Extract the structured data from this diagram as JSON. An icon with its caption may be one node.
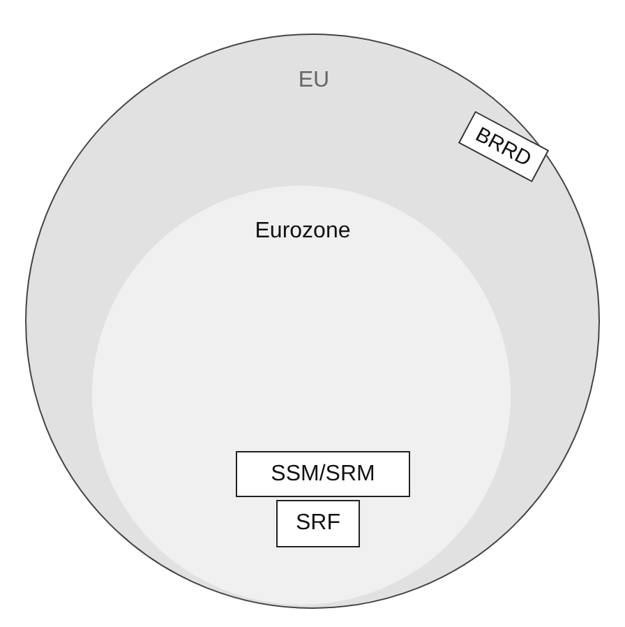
{
  "diagram": {
    "nodes": [
      {
        "text": [
          "EU"
        ]
      },
      {
        "text": [
          "Eurozone"
        ],
        "in": 0
      },
      {
        "text": [
          "BRRD"
        ],
        "in": 0
      },
      {
        "text": [
          "SSM/SRM"
        ],
        "in": 1
      },
      {
        "text": [
          "SRF"
        ],
        "in": 1
      }
    ]
  }
}
